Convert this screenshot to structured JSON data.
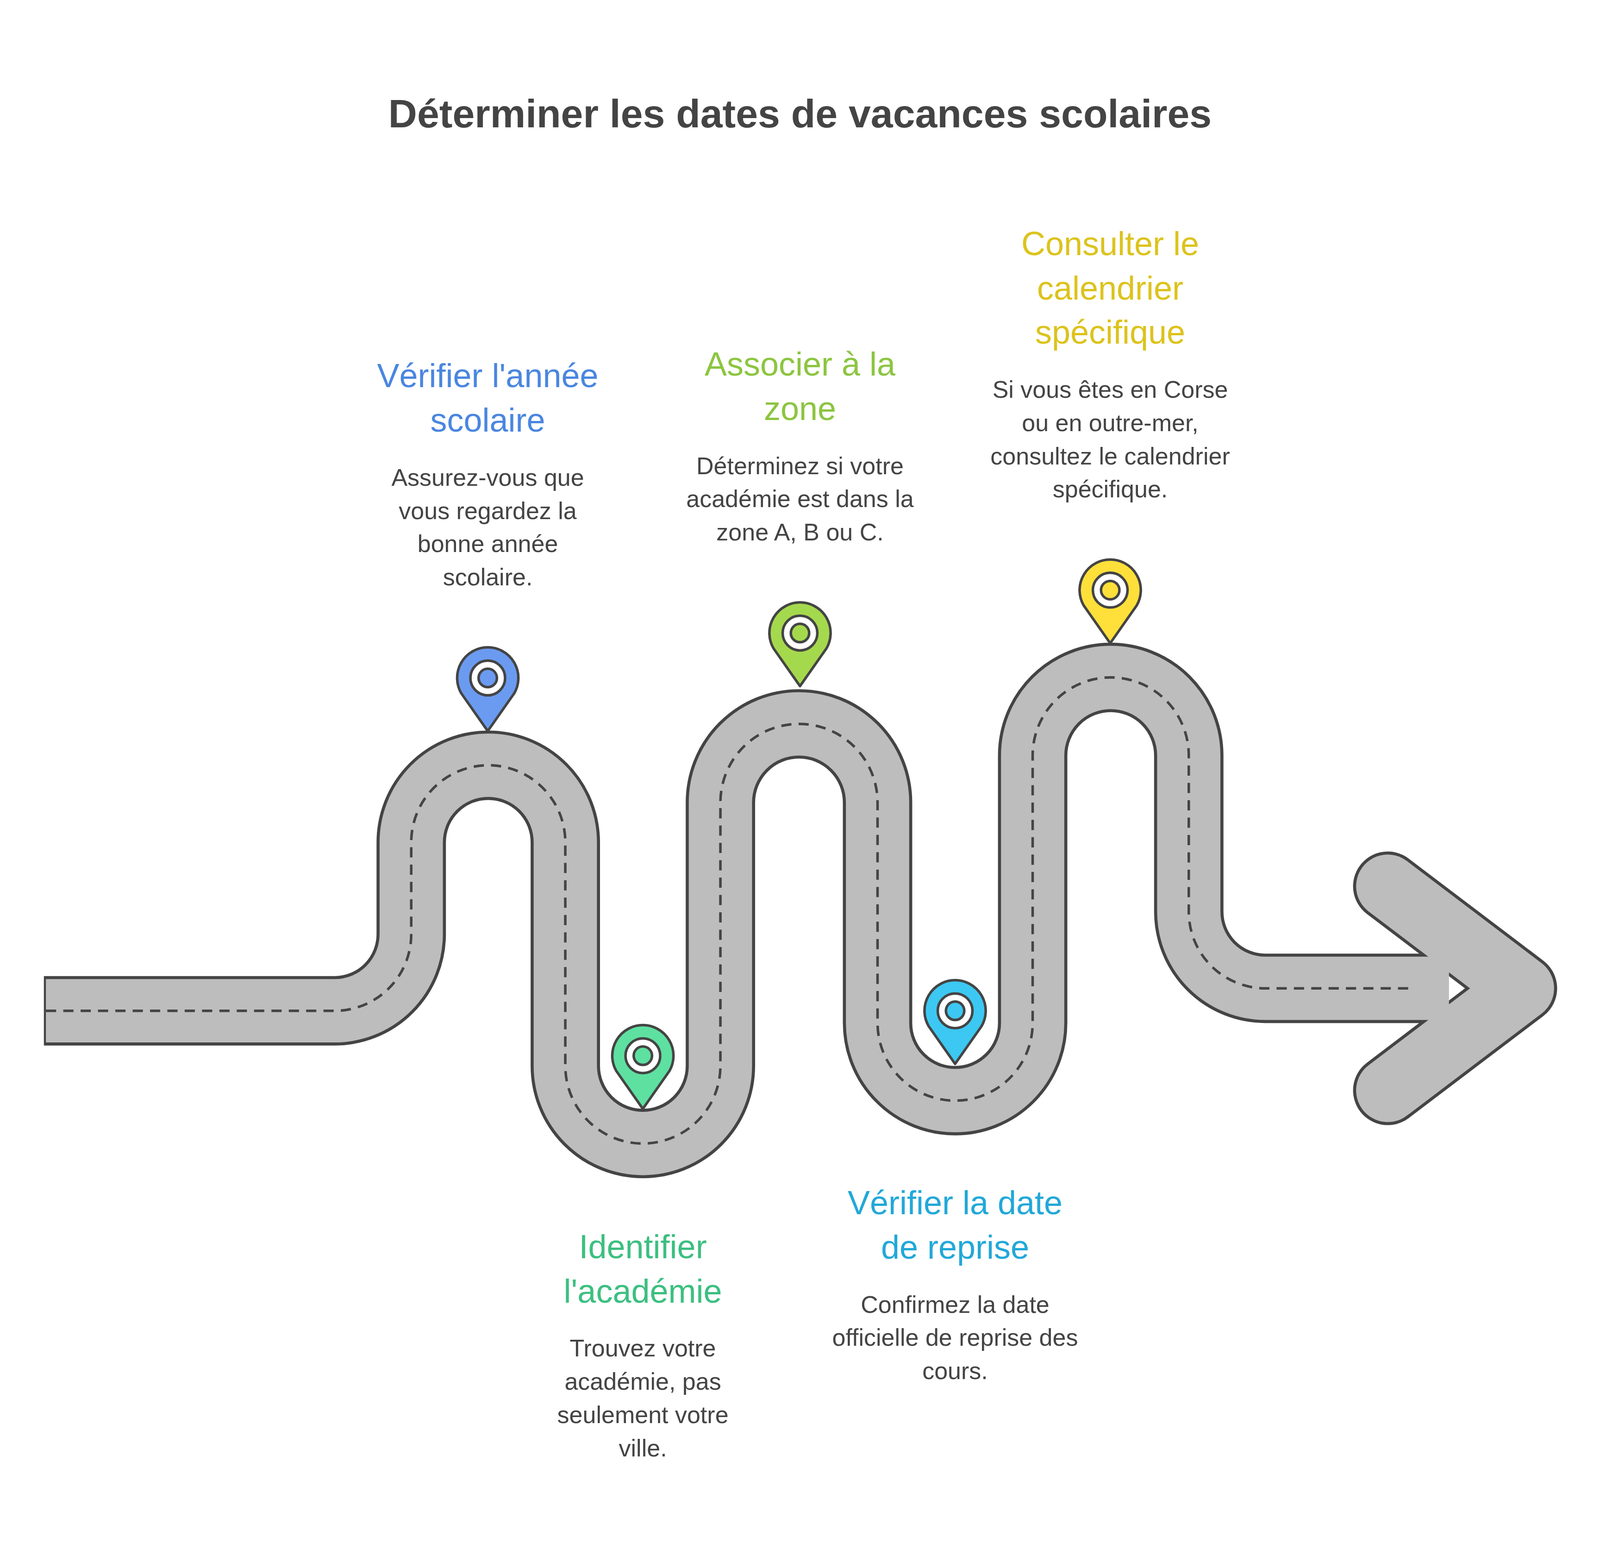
{
  "diagram": {
    "title": "Déterminer les dates de vacances scolaires",
    "nodes": [
      {
        "text": [
          "Vérifier l'année scolaire",
          "Assurez-vous que vous regardez la bonne année scolaire."
        ]
      },
      {
        "text": [
          "Identifier l'académie",
          "Trouvez votre académie, pas seulement votre ville."
        ]
      },
      {
        "text": [
          "Associer à la zone",
          "Déterminez si votre académie est dans la zone A, B ou C."
        ]
      },
      {
        "text": [
          "Vérifier la date de reprise",
          "Confirmez la date officielle de reprise des cours."
        ]
      },
      {
        "text": [
          "Consulter le calendrier spécifique",
          "Si vous êtes en Corse ou en outre-mer, consultez le calendrier spécifique."
        ]
      }
    ]
  }
}
